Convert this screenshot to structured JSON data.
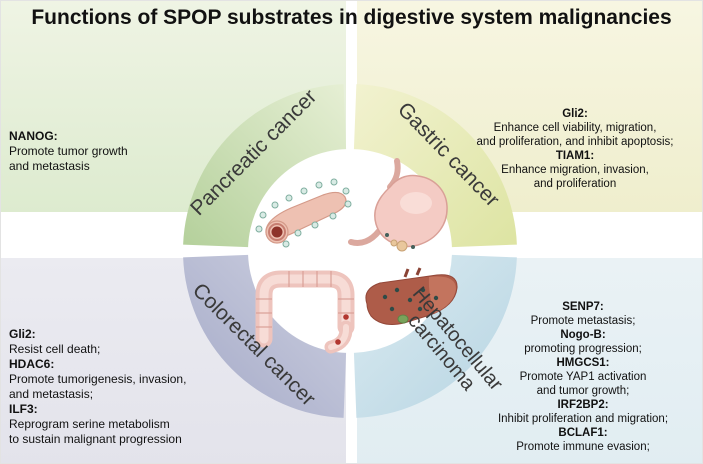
{
  "title": "Functions of SPOP substrates in digestive system malignancies",
  "ring": {
    "labels": {
      "pancreatic": "Pancreatic cancer",
      "gastric": "Gastric cancer",
      "colorectal": "Colorectal cancer",
      "hepatocellular_line1": "Hepatocellular",
      "hepatocellular_line2": "carcinoma"
    }
  },
  "quadrants": {
    "pancreatic": {
      "entries": [
        {
          "gene": "NANOG:",
          "lines": [
            "Promote tumor growth",
            " and metastasis"
          ]
        }
      ]
    },
    "gastric": {
      "entries": [
        {
          "gene": "Gli2:",
          "lines": [
            "Enhance cell viability, migration,",
            "and proliferation, and inhibit apoptosis;"
          ]
        },
        {
          "gene": "TIAM1:",
          "lines": [
            "Enhance migration, invasion,",
            "and proliferation"
          ]
        }
      ]
    },
    "colorectal": {
      "entries": [
        {
          "gene": "Gli2:",
          "lines": [
            "Resist cell death;"
          ]
        },
        {
          "gene": "HDAC6:",
          "lines": [
            "Promote tumorigenesis, invasion,",
            "and metastasis;"
          ]
        },
        {
          "gene": "ILF3:",
          "lines": [
            "Reprogram serine metabolism",
            " to sustain malignant progression"
          ]
        }
      ]
    },
    "hepatocellular": {
      "entries": [
        {
          "gene": "SENP7:",
          "lines": [
            "Promote metastasis;"
          ]
        },
        {
          "gene": "Nogo-B:",
          "lines": [
            "promoting progression;"
          ]
        },
        {
          "gene": "HMGCS1:",
          "lines": [
            "Promote YAP1 activation",
            "and tumor growth;"
          ]
        },
        {
          "gene": "IRF2BP2:",
          "lines": [
            "Inhibit proliferation and migration;"
          ]
        },
        {
          "gene": "BCLAF1:",
          "lines": [
            "Promote immune evasion;"
          ]
        }
      ]
    }
  },
  "palette": {
    "pancreatic_bg": "#e9f1dd",
    "gastric_bg": "#f5f4da",
    "colorectal_bg": "#e9e9ef",
    "hepatocellular_bg": "#e8f1f4",
    "pancreatic_arc": "#c3d9ab",
    "gastric_arc": "#e7eab3",
    "colorectal_arc": "#b9bdd3",
    "hepatocellular_arc": "#c6dde9",
    "text": "#111111"
  },
  "organ_icons": [
    "pancreas-icon",
    "stomach-icon",
    "colon-icon",
    "liver-icon"
  ]
}
